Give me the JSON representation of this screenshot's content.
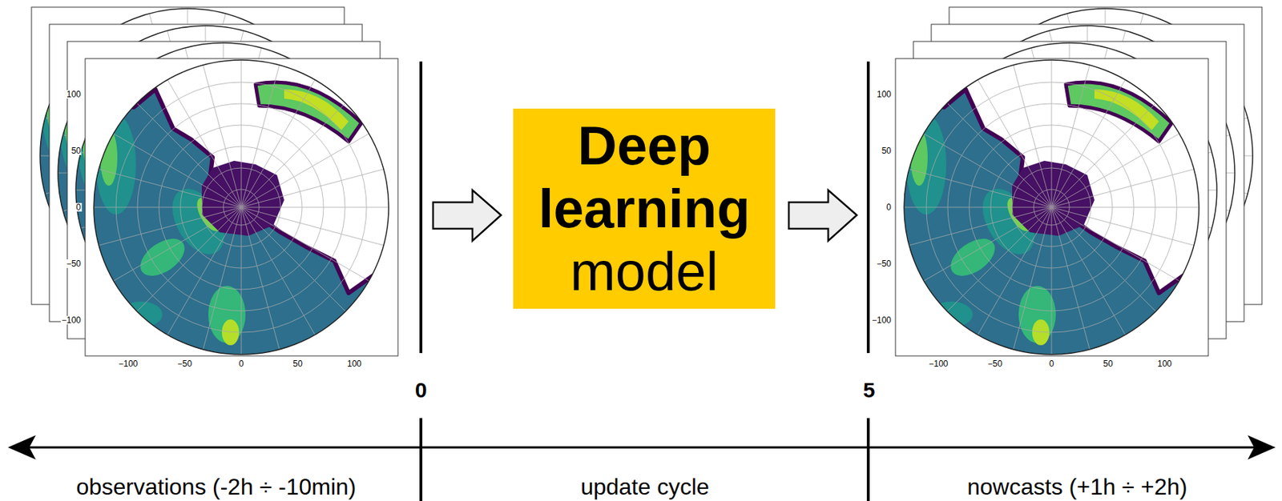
{
  "diagram": {
    "nodes": [
      {
        "text": [
          "Deep learning",
          "model"
        ]
      }
    ],
    "labels": [
      "0",
      "5",
      "observations (-2h ÷ -10min)",
      "update cycle",
      "nowcasts (+1h ÷ +2h)",
      "100",
      "50",
      "0",
      "−50",
      "−100",
      "−100",
      "−50",
      "0",
      "50",
      "100",
      "100",
      "50",
      "0",
      "−50",
      "−100",
      "−100",
      "−50",
      "0",
      "50",
      "100"
    ]
  }
}
